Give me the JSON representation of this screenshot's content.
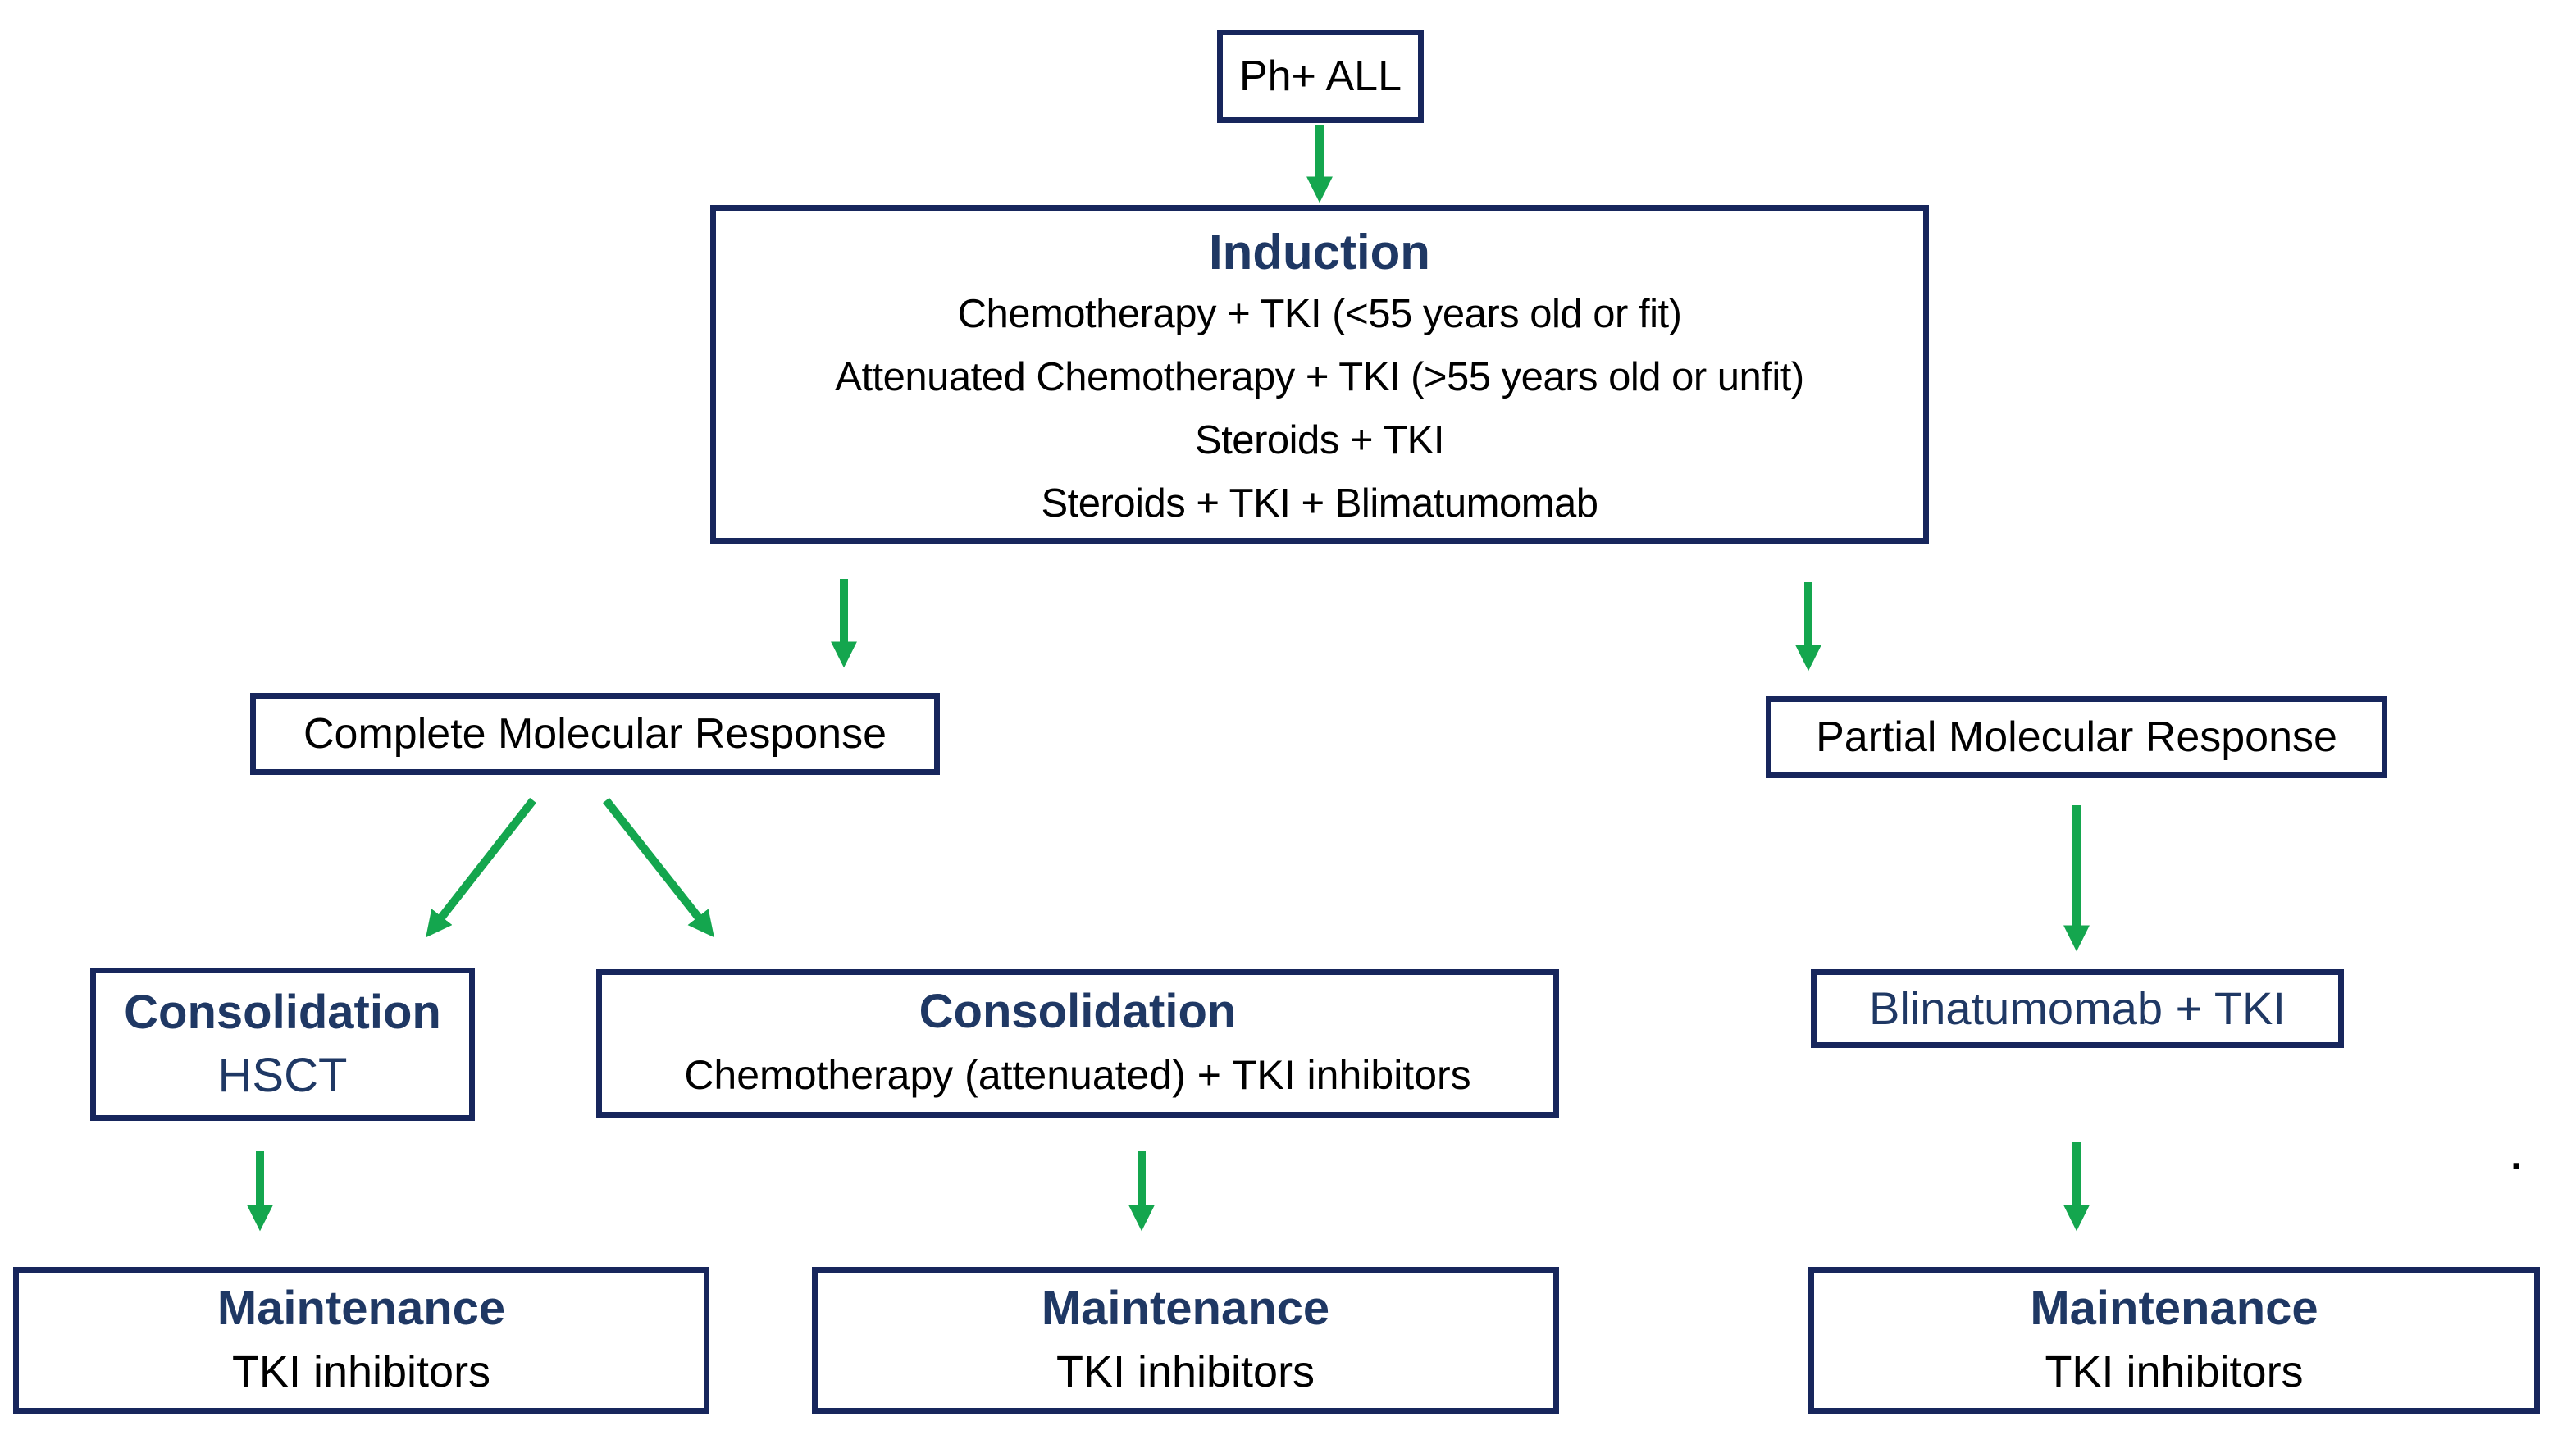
{
  "nodes": {
    "ph_all": {
      "label": "Ph+ ALL"
    },
    "induction": {
      "title": "Induction",
      "lines": [
        "Chemotherapy + TKI (<55 years old or fit)",
        "Attenuated Chemotherapy + TKI (>55 years old or unfit)",
        "Steroids + TKI",
        "Steroids + TKI + Blimatumomab"
      ]
    },
    "complete_molecular_response": {
      "label": "Complete Molecular Response"
    },
    "partial_molecular_response": {
      "label": "Partial Molecular Response"
    },
    "consolidation_hsct": {
      "title": "Consolidation",
      "subtitle": "HSCT"
    },
    "consolidation_chemo": {
      "title": "Consolidation",
      "subtitle": "Chemotherapy (attenuated) + TKI inhibitors"
    },
    "blinatumomab_tki": {
      "label": "Blinatumomab + TKI"
    },
    "maintenance_after_hsct": {
      "title": "Maintenance",
      "subtitle": "TKI inhibitors"
    },
    "maintenance_after_chemo": {
      "title": "Maintenance",
      "subtitle": "TKI inhibitors"
    },
    "maintenance_after_blina": {
      "title": "Maintenance",
      "subtitle": "TKI inhibitors"
    }
  },
  "annotations": {
    "stray_dot": "."
  },
  "colors": {
    "border_navy": "#17265c",
    "heading_navy": "#1f3864",
    "arrow_green": "#14a64e",
    "text_black": "#000000",
    "bg_white": "#ffffff"
  }
}
